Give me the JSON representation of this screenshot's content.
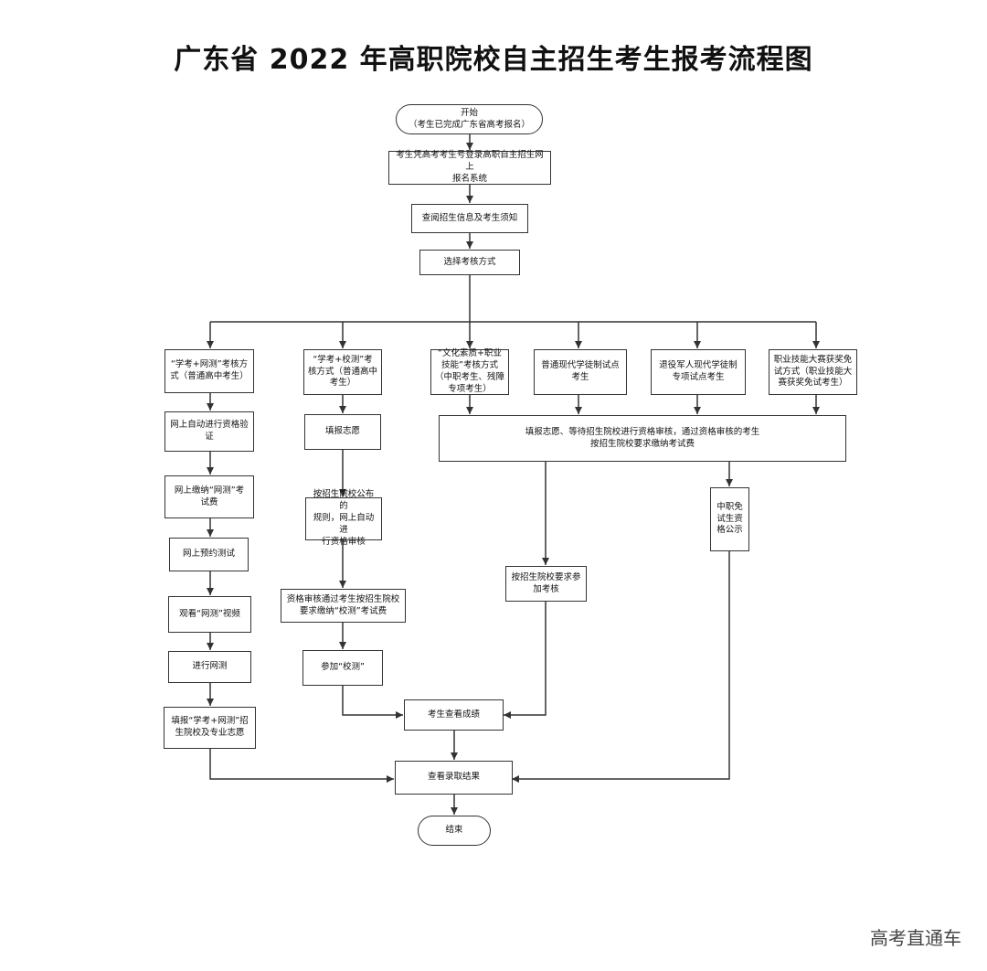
{
  "title": "广东省 2022 年高职院校自主招生考生报考流程图",
  "watermark": "高考直通车",
  "nodes": {
    "start": "开始\n（考生已完成广东省高考报名）",
    "login": "考生凭高考考生号登录高职自主招生网上\n报名系统",
    "read_info": "查阅招生信息及考生须知",
    "choose_method": "选择考核方式",
    "col1_method": "“学考+网测”考核方\n式（普通高中考生）",
    "col2_method": "“学考+校测”考\n核方式（普通高中\n考生）",
    "col3_method": "“文化素质+职业\n技能”考核方式\n（中职考生、残障\n专项考生）",
    "col4_method": "普通现代学徒制试点\n考生",
    "col5_method": "退役军人现代学徒制\n专项试点考生",
    "col6_method": "职业技能大赛获奖免\n试方式（职业技能大\n赛获奖免试考生）",
    "col1_verify": "网上自动进行资格验\n证",
    "col1_pay": "网上缴纳“网测”考\n试费",
    "col1_book": "网上预约测试",
    "col1_video": "观看“网测”视频",
    "col1_test": "进行网测",
    "col1_fill": "填报“学考+网测”招\n生院校及专业志愿",
    "col2_fill": "填报志愿",
    "col2_review": "按招生院校公布的\n规则，网上自动进\n行资格审核",
    "col2_pay": "资格审核通过考生按招生院校\n要求缴纳“校测”考试费",
    "col2_join": "参加“校测”",
    "shared_fill": "填报志愿、等待招生院校进行资格审核，通过资格审核的考生\n按招生院校要求缴纳考试费",
    "join_exam": "按招生院校要求参\n加考核",
    "exempt_notice": "中职免\n试生资\n格公示",
    "view_score": "考生查看成绩",
    "view_result": "查看录取结果",
    "end": "结束"
  }
}
